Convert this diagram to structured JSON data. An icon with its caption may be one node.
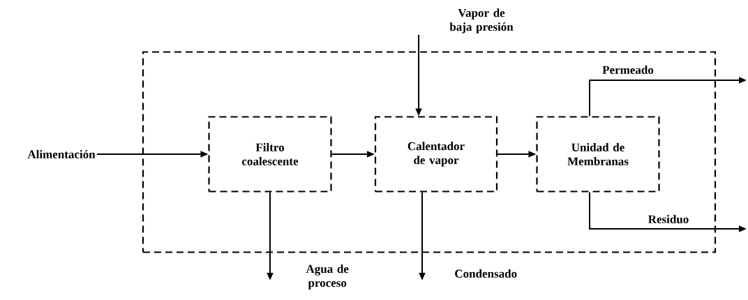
{
  "diagram": {
    "nodes": [
      {
        "text": [],
        "shape": "box"
      },
      {
        "text": [
          "Filtro coalescente"
        ],
        "in": 0
      },
      {
        "text": [
          "Calentador de vapor"
        ],
        "in": 0
      },
      {
        "text": [
          "Unidad de Membranas"
        ],
        "in": 0
      },
      {
        "text": [
          "Alimentación"
        ]
      }
    ],
    "edges": [
      {
        "from": 4,
        "to": 1,
        "arrow": "to"
      },
      {
        "from": 1,
        "to": 2,
        "arrow": "to"
      },
      {
        "from": 2,
        "to": 3,
        "arrow": "to"
      },
      {
        "from": null,
        "to": 2,
        "arrow": "to",
        "label": "Vapor de baja presión"
      },
      {
        "from": 3,
        "to": null,
        "arrow": "to",
        "label": "Permeado"
      },
      {
        "from": 3,
        "to": null,
        "arrow": "to",
        "label": "Residuo"
      },
      {
        "from": 1,
        "to": null,
        "arrow": "to",
        "label": "Agua de proceso"
      },
      {
        "from": 2,
        "to": null,
        "arrow": "to",
        "label": "Condensado"
      }
    ]
  }
}
